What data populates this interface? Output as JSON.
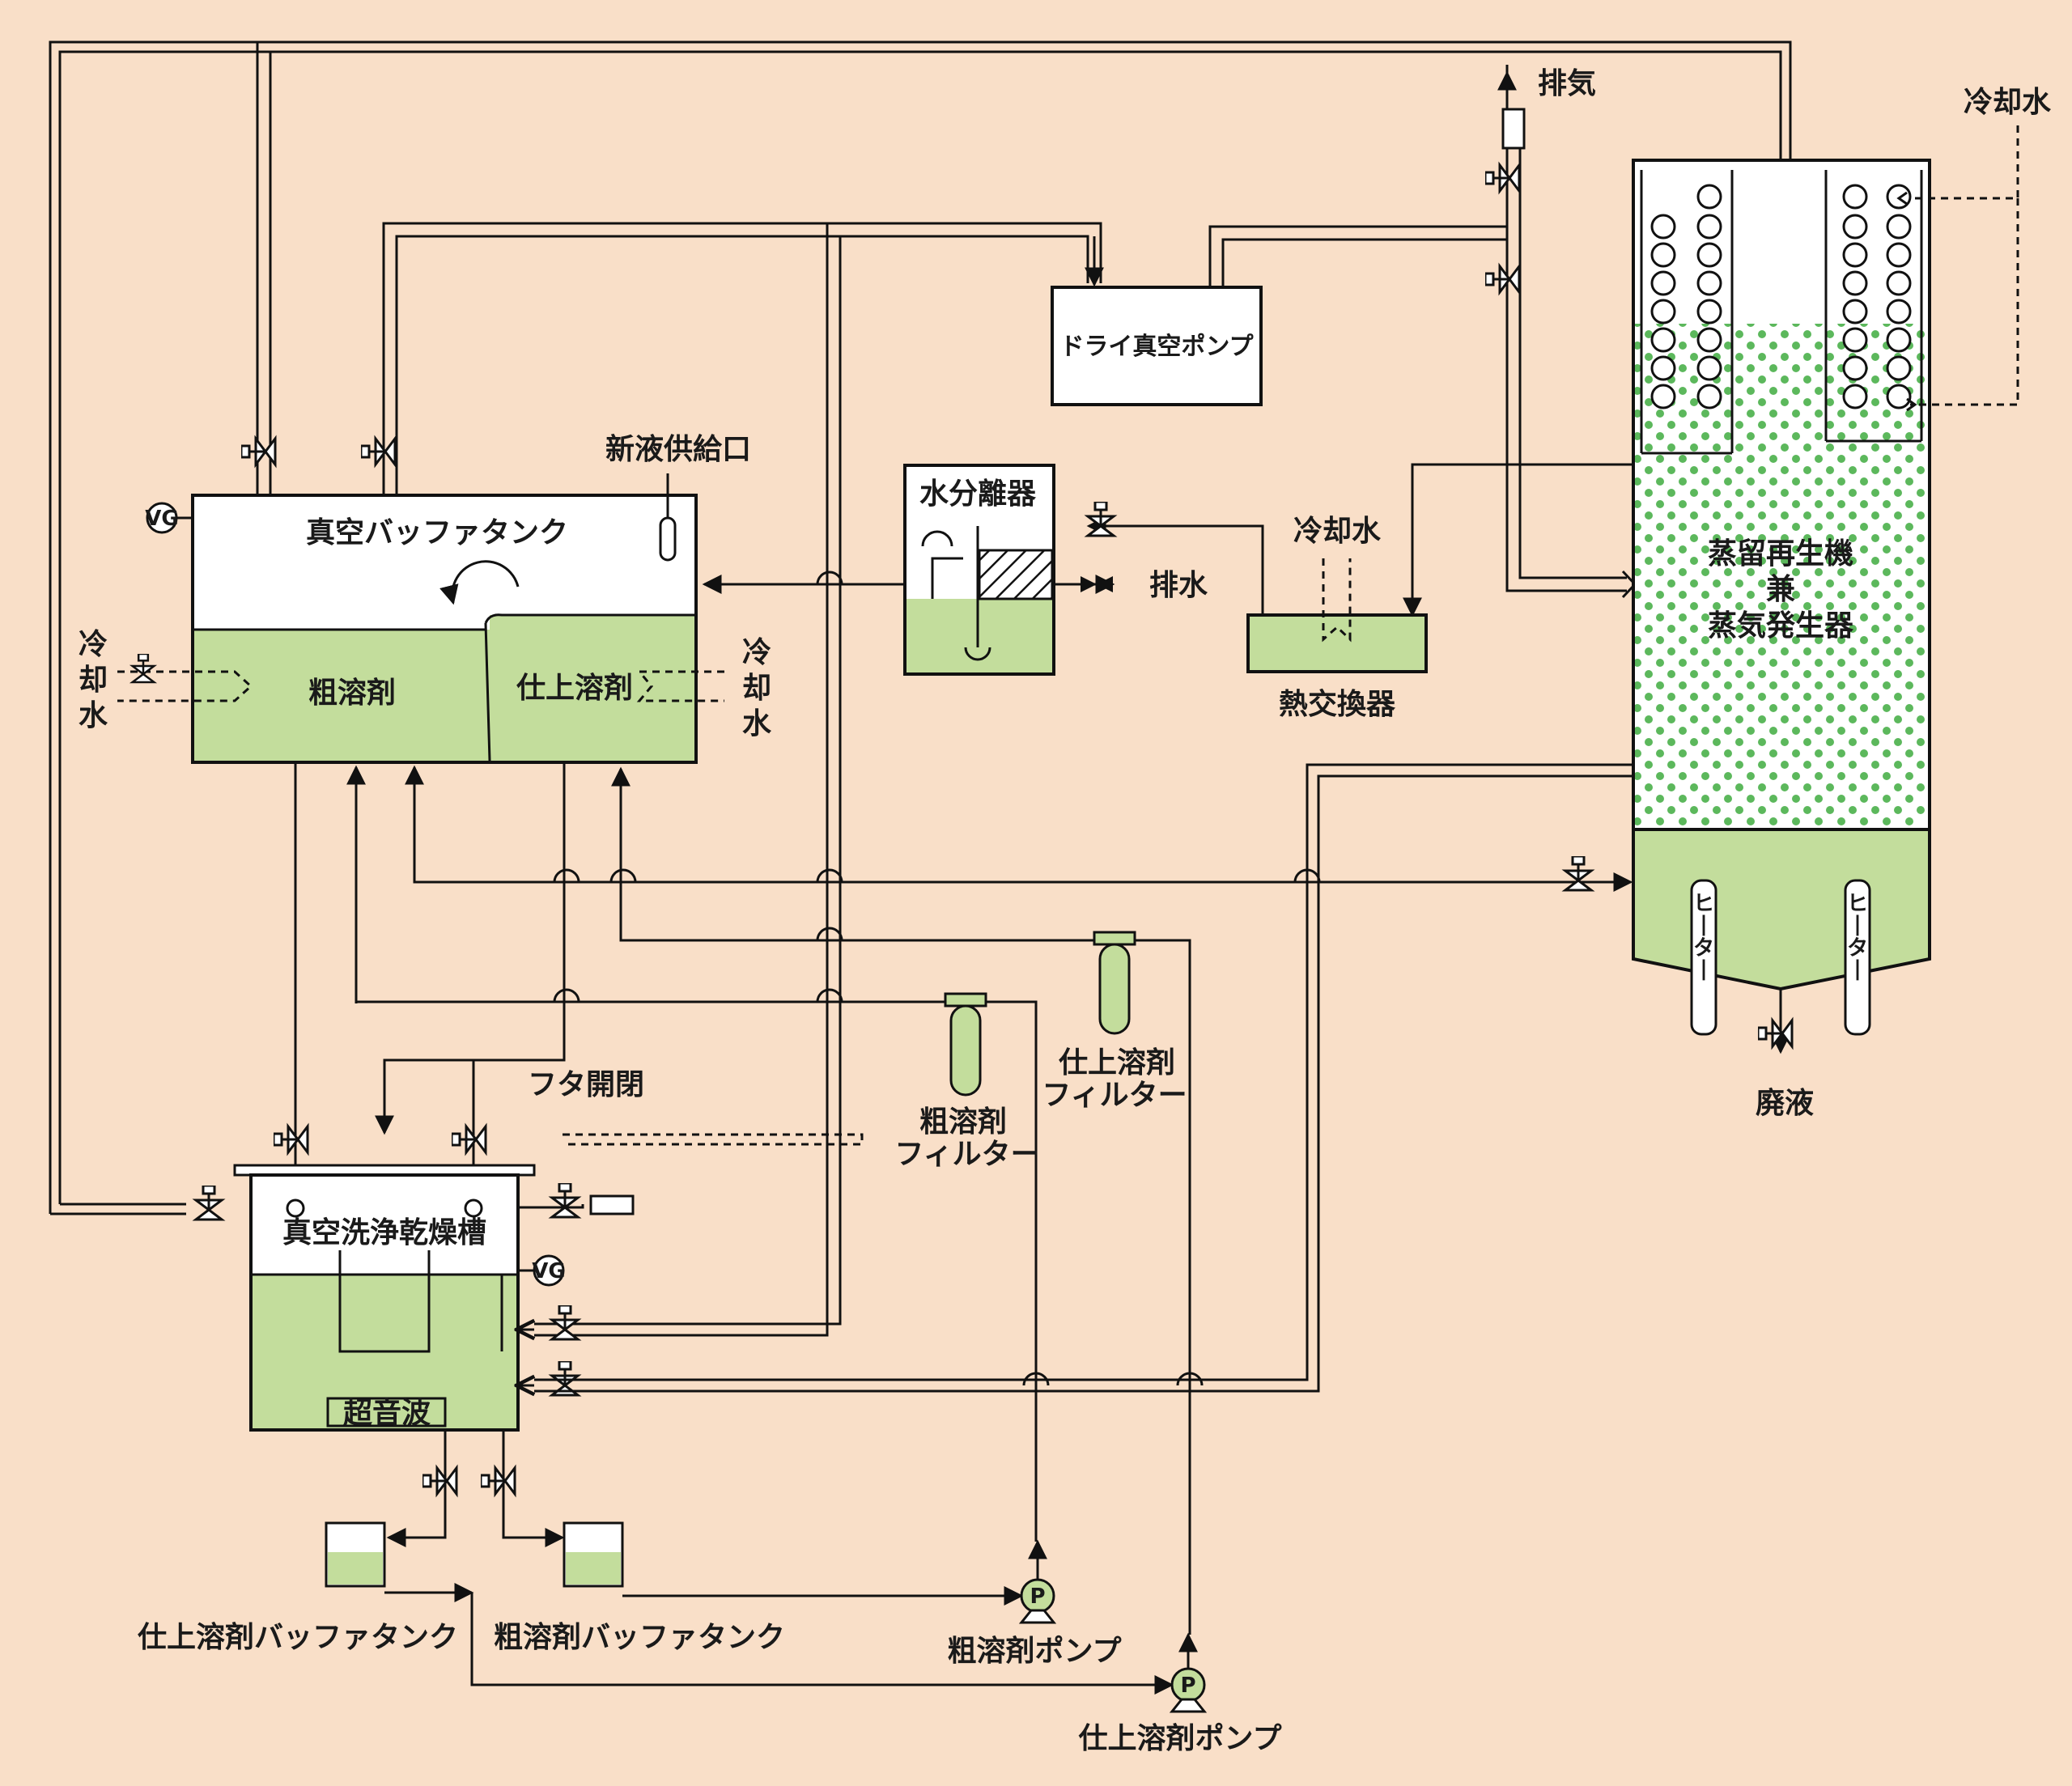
{
  "labels": {
    "exhaust": "排気",
    "cooling_water_tr": "冷却水",
    "dry_pump": "ドライ真空ポンプ",
    "water_separator": "水分離器",
    "drain": "排水",
    "cooling_water_hx": "冷却水",
    "heat_exchanger": "熱交換器",
    "new_liquid_inlet": "新液供給口",
    "vacuum_buffer_tank": "真空バッファタンク",
    "crude_solvent": "粗溶剤",
    "finish_solvent": "仕上溶剤",
    "cooling_water_left": [
      "冷",
      "却",
      "水"
    ],
    "cooling_water_right": [
      "冷",
      "却",
      "水"
    ],
    "distiller": [
      "蒸留再生機",
      "兼",
      "蒸気発生器"
    ],
    "heater_left": [
      "ヒ",
      "|",
      "タ",
      "|"
    ],
    "heater_right": [
      "ヒ",
      "|",
      "タ",
      "|"
    ],
    "waste_liquid": "廃液",
    "lid_open_close": "フタ開閉",
    "crude_filter": [
      "粗溶剤",
      "フィルター"
    ],
    "finish_filter": [
      "仕上溶剤",
      "フィルター"
    ],
    "vacuum_wash_dry_tank": "真空洗浄乾燥槽",
    "ultrasonic": "超音波",
    "vg": "VG",
    "pump_p": "P",
    "finish_buffer_tank": "仕上溶剤バッファタンク",
    "crude_buffer_tank": "粗溶剤バッファタンク",
    "crude_pump": "粗溶剤ポンプ",
    "finish_pump": "仕上溶剤ポンプ"
  },
  "colors": {
    "background": "#f9dfc8",
    "liquid": "#c3dd9c",
    "steam_dots": "#5cb85c",
    "line": "#111111"
  }
}
